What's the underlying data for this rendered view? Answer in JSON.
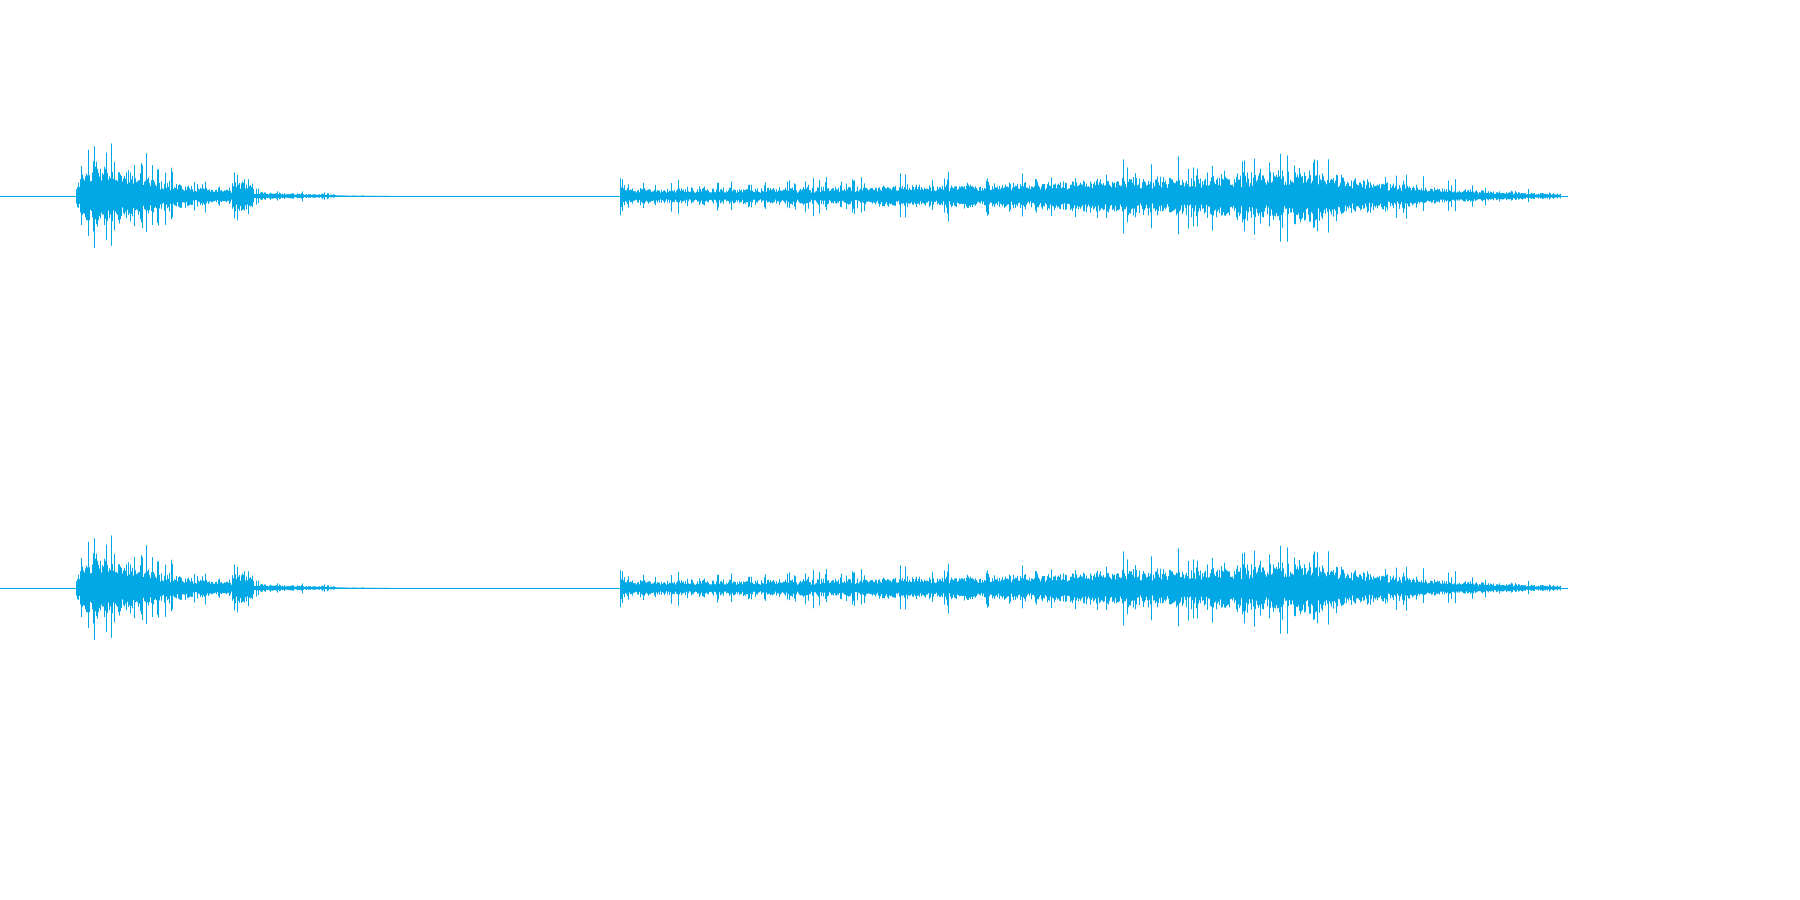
{
  "colors": {
    "background": "#ffffff",
    "waveform": "#00a8e6"
  },
  "waveform": {
    "channel_count": 2,
    "channels": [
      {
        "name": "channel-1"
      },
      {
        "name": "channel-2"
      }
    ],
    "segments": [
      {
        "name": "segment-1",
        "start": 0.048,
        "end": 0.255,
        "peak": 1.0,
        "decay": "fast"
      },
      {
        "name": "segment-2",
        "start": 0.395,
        "end": 0.995,
        "peak": 0.7,
        "decay": "swell"
      }
    ]
  }
}
